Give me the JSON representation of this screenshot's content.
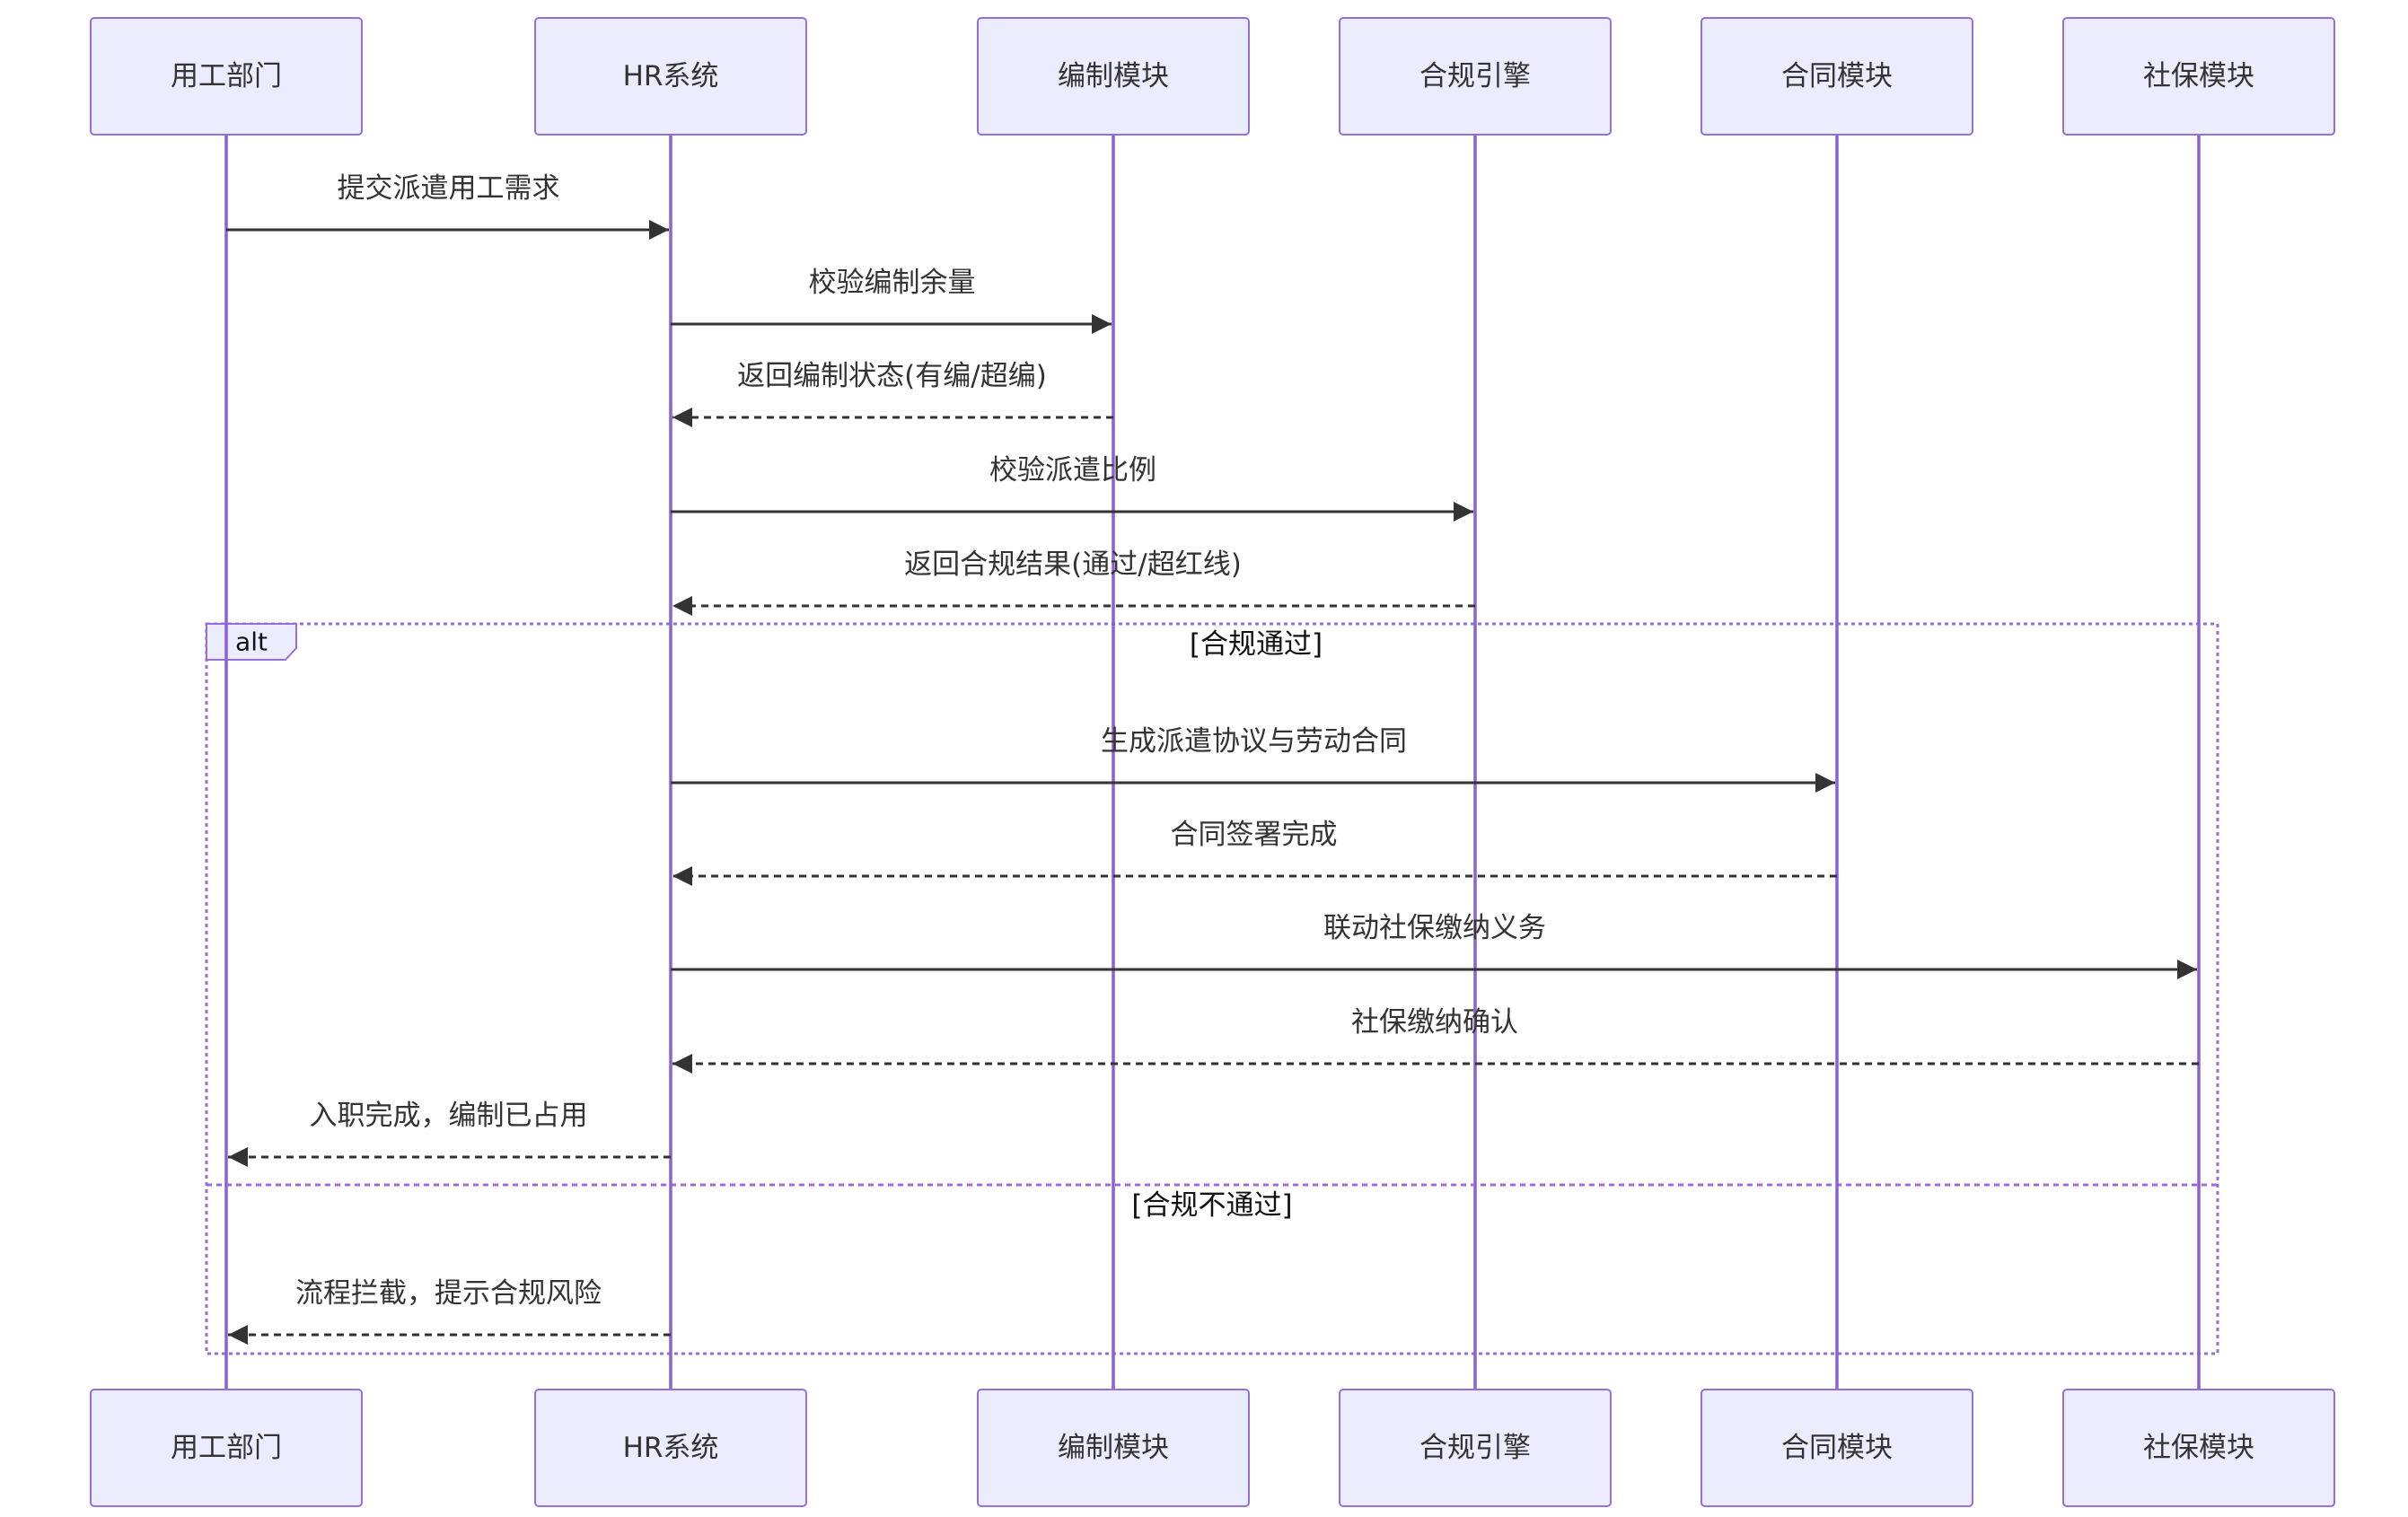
{
  "diagram": {
    "type": "sequence",
    "colors": {
      "actor_fill": "#ECECFF",
      "actor_stroke": "#9370DB",
      "lifeline": "#8A63D2",
      "message": "#333333",
      "fragment_border": "#9370DB"
    },
    "participants": [
      {
        "id": "dept",
        "label": "用工部门"
      },
      {
        "id": "hr",
        "label": "HR系统"
      },
      {
        "id": "quota",
        "label": "编制模块"
      },
      {
        "id": "compliance",
        "label": "合规引擎"
      },
      {
        "id": "contract",
        "label": "合同模块"
      },
      {
        "id": "social",
        "label": "社保模块"
      }
    ],
    "messages": [
      {
        "from": "dept",
        "to": "hr",
        "text": "提交派遣用工需求",
        "style": "solid"
      },
      {
        "from": "hr",
        "to": "quota",
        "text": "校验编制余量",
        "style": "solid"
      },
      {
        "from": "quota",
        "to": "hr",
        "text": "返回编制状态(有编/超编)",
        "style": "dashed"
      },
      {
        "from": "hr",
        "to": "compliance",
        "text": "校验派遣比例",
        "style": "solid"
      },
      {
        "from": "compliance",
        "to": "hr",
        "text": "返回合规结果(通过/超红线)",
        "style": "dashed"
      }
    ],
    "alt": {
      "label": "alt",
      "branches": [
        {
          "condition": "[合规通过]",
          "messages": [
            {
              "from": "hr",
              "to": "contract",
              "text": "生成派遣协议与劳动合同",
              "style": "solid"
            },
            {
              "from": "contract",
              "to": "hr",
              "text": "合同签署完成",
              "style": "dashed"
            },
            {
              "from": "hr",
              "to": "social",
              "text": "联动社保缴纳义务",
              "style": "solid"
            },
            {
              "from": "social",
              "to": "hr",
              "text": "社保缴纳确认",
              "style": "dashed"
            },
            {
              "from": "hr",
              "to": "dept",
              "text": "入职完成，编制已占用",
              "style": "dashed"
            }
          ]
        },
        {
          "condition": "[合规不通过]",
          "messages": [
            {
              "from": "hr",
              "to": "dept",
              "text": "流程拦截，提示合规风险",
              "style": "dashed"
            }
          ]
        }
      ]
    }
  }
}
